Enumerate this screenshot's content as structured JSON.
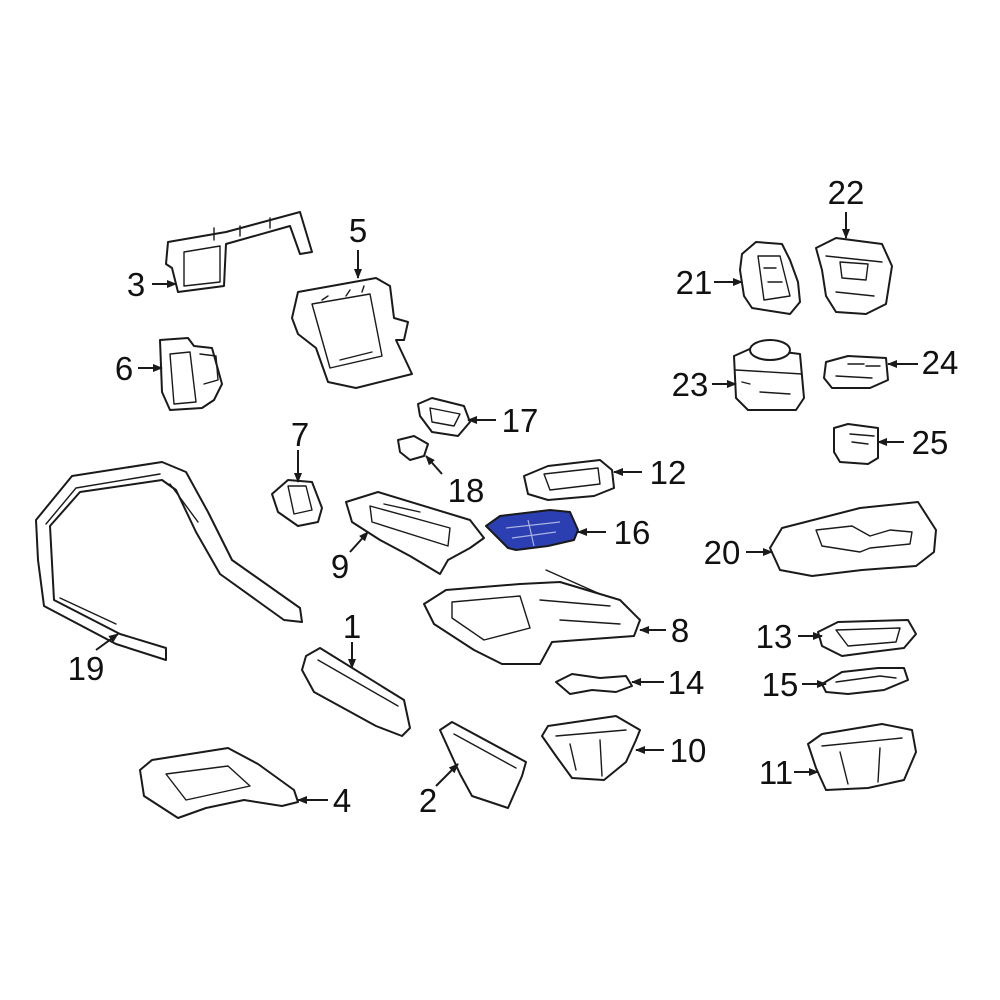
{
  "diagram": {
    "highlight_color": "#2b3fb3",
    "line_color": "#1a1a1a",
    "callouts": [
      "1",
      "2",
      "3",
      "4",
      "5",
      "6",
      "7",
      "8",
      "9",
      "10",
      "11",
      "12",
      "13",
      "14",
      "15",
      "16",
      "17",
      "18",
      "19",
      "20",
      "21",
      "22",
      "23",
      "24",
      "25"
    ],
    "highlighted_part": "16"
  }
}
